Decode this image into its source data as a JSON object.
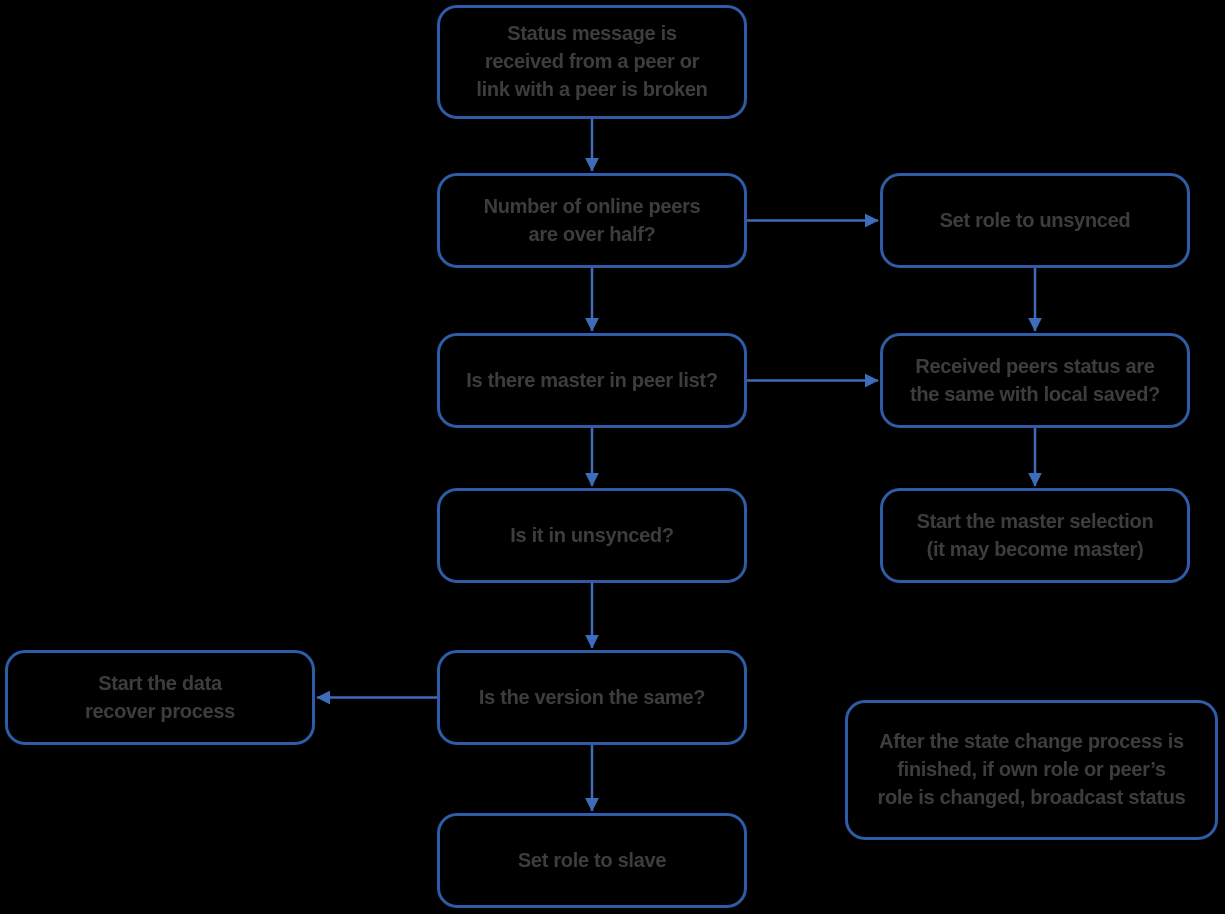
{
  "diagram": {
    "background": "#000000",
    "colors": {
      "box_border": "#2f5ba7",
      "box_fill": "#000000",
      "arrow": "#3e6cb8",
      "text": "#3d3d3d"
    },
    "nodes": {
      "status_received": {
        "text": "Status message is\nreceived from a peer or\nlink with a peer is broken"
      },
      "number_online_peers": {
        "text": "Number of online peers\nare over half?"
      },
      "set_role_unsynced": {
        "text": "Set role to unsynced"
      },
      "master_in_peer_list": {
        "text": "Is there master in peer list?"
      },
      "received_status_same": {
        "text": "Received peers status are\nthe same with local saved?"
      },
      "is_in_unsynced": {
        "text": "Is it in unsynced?"
      },
      "master_selection": {
        "text": "Start the master selection\n(it may become master)"
      },
      "data_recover": {
        "text": "Start the data\nrecover process"
      },
      "version_same": {
        "text": "Is the version the same?"
      },
      "broadcast_note": {
        "text": "After the state change process is\nfinished, if own role or peer’s\nrole is changed, broadcast status"
      },
      "set_role_slave": {
        "text": "Set role to slave"
      }
    },
    "edges": [
      {
        "from": "status_received",
        "to": "number_online_peers",
        "dir": "down"
      },
      {
        "from": "number_online_peers",
        "to": "set_role_unsynced",
        "dir": "right"
      },
      {
        "from": "number_online_peers",
        "to": "master_in_peer_list",
        "dir": "down"
      },
      {
        "from": "set_role_unsynced",
        "to": "received_status_same",
        "dir": "down"
      },
      {
        "from": "master_in_peer_list",
        "to": "received_status_same",
        "dir": "right"
      },
      {
        "from": "master_in_peer_list",
        "to": "is_in_unsynced",
        "dir": "down"
      },
      {
        "from": "received_status_same",
        "to": "master_selection",
        "dir": "down"
      },
      {
        "from": "is_in_unsynced",
        "to": "version_same",
        "dir": "down"
      },
      {
        "from": "version_same",
        "to": "data_recover",
        "dir": "left"
      },
      {
        "from": "version_same",
        "to": "set_role_slave",
        "dir": "down"
      }
    ]
  }
}
